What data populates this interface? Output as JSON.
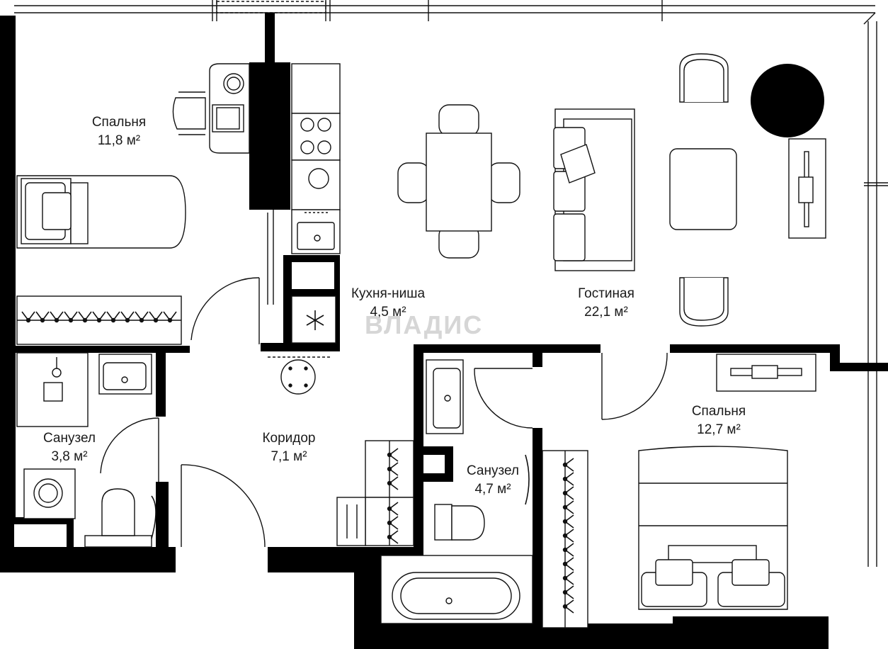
{
  "rooms": [
    {
      "id": "bedroom-1",
      "name": "Спальня",
      "area": "11,8 м²"
    },
    {
      "id": "kitchen",
      "name": "Кухня-ниша",
      "area": "4,5 м²"
    },
    {
      "id": "living",
      "name": "Гостиная",
      "area": "22,1 м²"
    },
    {
      "id": "bathroom-1",
      "name": "Санузел",
      "area": "3,8 м²"
    },
    {
      "id": "corridor",
      "name": "Коридор",
      "area": "7,1 м²"
    },
    {
      "id": "bathroom-2",
      "name": "Санузел",
      "area": "4,7 м²"
    },
    {
      "id": "bedroom-2",
      "name": "Спальня",
      "area": "12,7 м²"
    }
  ],
  "watermark": "ВЛАДИС",
  "icons": {
    "fridge": "snowflake-icon"
  },
  "colors": {
    "wall": "#000000",
    "line": "#111111",
    "fixture_fill": "#ffffff"
  }
}
